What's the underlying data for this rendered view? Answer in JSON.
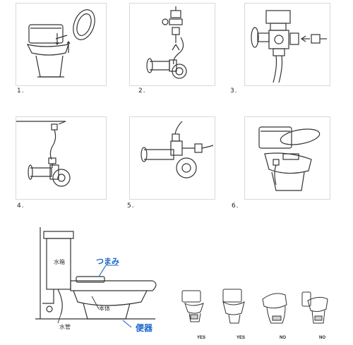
{
  "steps": [
    {
      "label": "1."
    },
    {
      "label": "2."
    },
    {
      "label": "3."
    },
    {
      "label": "4."
    },
    {
      "label": "5."
    },
    {
      "label": "6."
    }
  ],
  "diagram": {
    "tank_label": "水箱",
    "knob_label": "つまみ",
    "body_label": "本体",
    "pipe_label": "水管",
    "bowl_label": "便器"
  },
  "compatibility": [
    {
      "verdict": "YES"
    },
    {
      "verdict": "YES"
    },
    {
      "verdict": "NO"
    },
    {
      "verdict": "NO"
    }
  ],
  "colors": {
    "accent": "#1a66c9",
    "line": "#333333",
    "panel_border": "#d9d9d9"
  }
}
